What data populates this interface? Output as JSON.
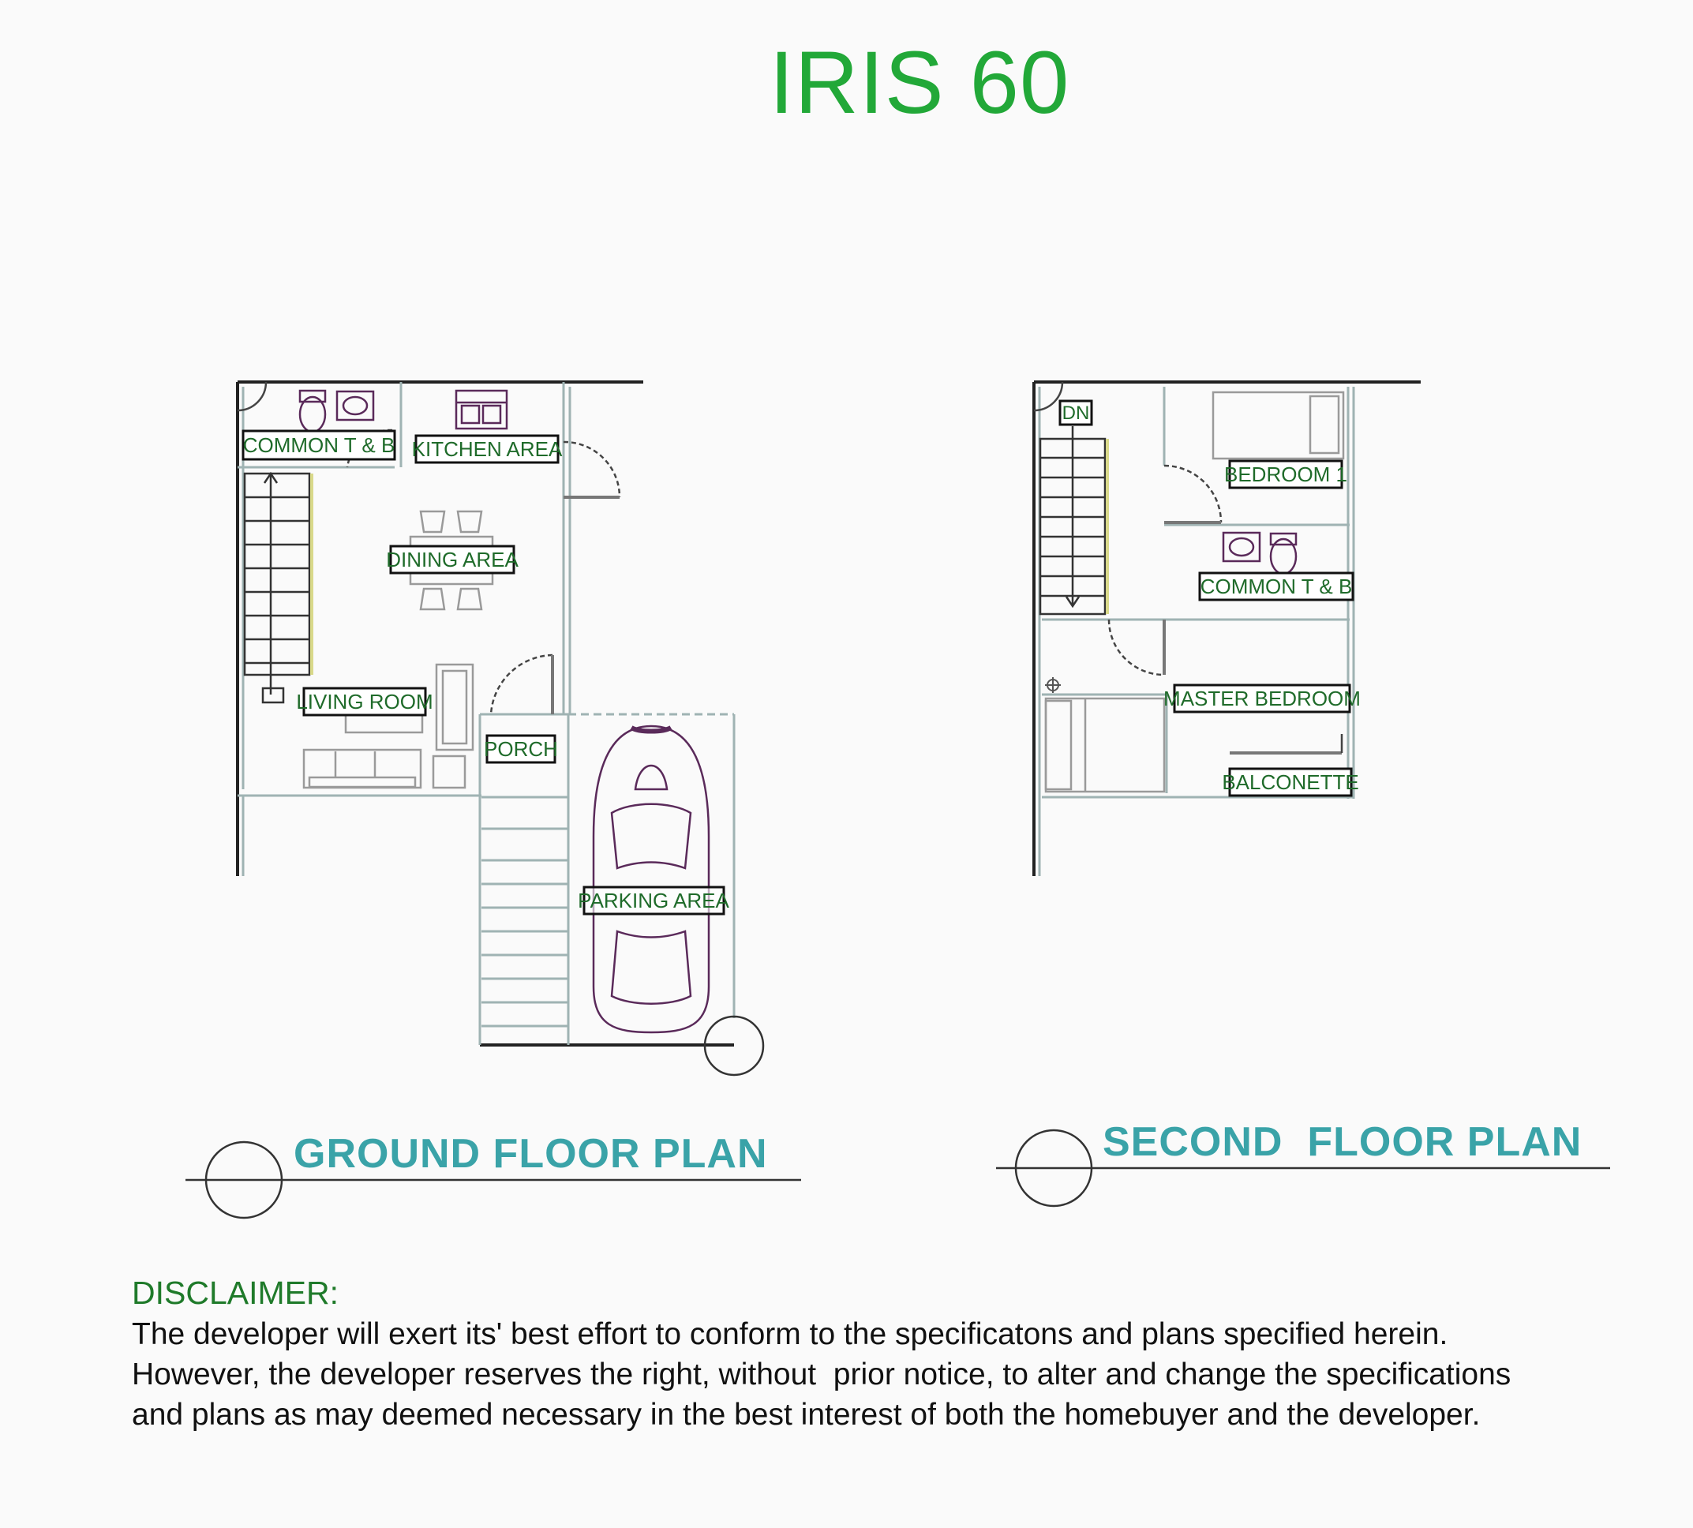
{
  "title": "IRIS 60",
  "ground_floor": {
    "heading": "GROUND FLOOR PLAN",
    "rooms": {
      "common_tb": "COMMON T & B",
      "kitchen": "KITCHEN AREA",
      "dining": "DINING AREA",
      "living": "LIVING ROOM",
      "porch": "PORCH",
      "parking": "PARKING AREA"
    }
  },
  "second_floor": {
    "heading": "SECOND  FLOOR PLAN",
    "rooms": {
      "dn": "DN",
      "bedroom1": "BEDROOM 1",
      "common_tb": "COMMON T & B",
      "master": "MASTER BEDROOM",
      "balconette": "BALCONETTE"
    }
  },
  "disclaimer": {
    "heading": "DISCLAIMER:",
    "lines": [
      "The developer will exert its' best effort to conform to the specificatons and plans specified herein.",
      "However, the developer reserves the right, without  prior notice, to alter and change the specifications",
      "and plans as may deemed necessary in the best interest of both the homebuyer and the developer."
    ]
  },
  "colors": {
    "title": "#22a838",
    "plan_heading": "#3aa3a8",
    "room_label": "#1f6b2a",
    "wall": "#222222",
    "furniture": "#5a2a5a"
  }
}
